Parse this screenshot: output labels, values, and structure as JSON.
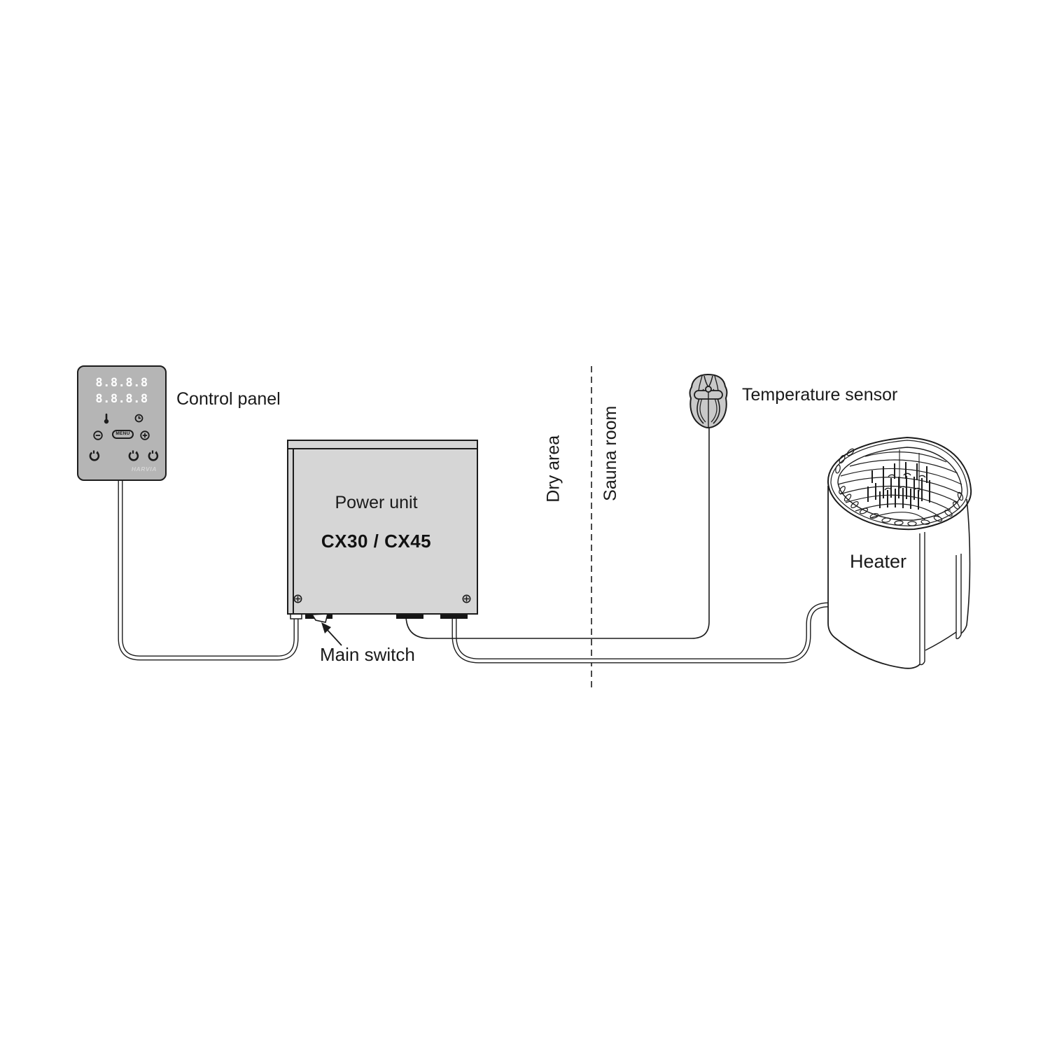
{
  "control_panel": {
    "label": "Control panel",
    "display_row1": "8.8.8.8",
    "display_row2": "8.8.8.8",
    "menu_button": "MENU",
    "brand": "HARVIA"
  },
  "power_unit": {
    "title": "Power unit",
    "model": "CX30 / CX45"
  },
  "main_switch": {
    "label": "Main switch"
  },
  "areas": {
    "dry": "Dry area",
    "sauna": "Sauna room"
  },
  "sensor": {
    "label": "Temperature sensor"
  },
  "heater": {
    "label": "Heater"
  },
  "colors": {
    "background": "#ffffff",
    "panel_fill": "#b5b5b5",
    "power_unit_fill": "#d6d6d6",
    "sensor_fill": "#c9c9c9",
    "line": "#1c1c1c",
    "display_text": "#ffffff",
    "brand_text": "#d4d4d4"
  }
}
